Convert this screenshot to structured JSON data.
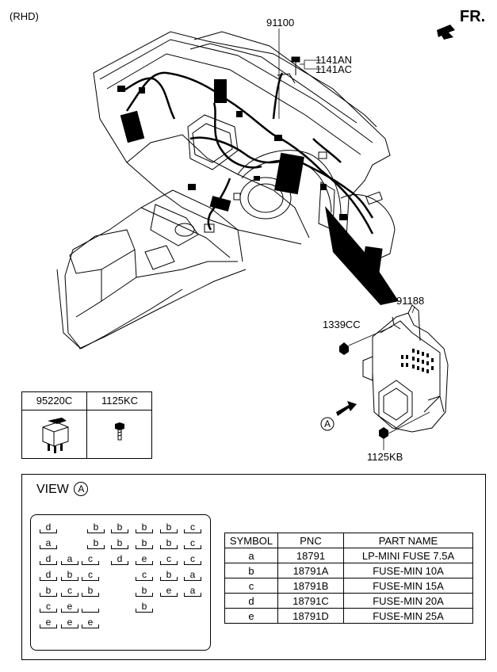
{
  "header": {
    "rhd_note": "(RHD)",
    "fr_label": "FR."
  },
  "callouts": {
    "harness": "91100",
    "bolt_1": "1141AN",
    "bolt_2": "1141AC",
    "junction_box": "91188",
    "nut": "1339CC",
    "bolt_bottom": "1125KB",
    "view_marker": "A"
  },
  "parts_box": {
    "relay": "95220C",
    "bolt": "1125KC"
  },
  "view": {
    "title": "VIEW",
    "marker": "A",
    "fuse_rows": [
      [
        "d",
        "",
        "",
        "b",
        "b",
        "b",
        "b",
        "c"
      ],
      [
        "a",
        "",
        "",
        "b",
        "b",
        "b",
        "b",
        "c"
      ],
      [
        "d",
        "a",
        "c",
        "d",
        "e",
        "c",
        "c"
      ],
      [
        "d",
        "b",
        "c",
        "",
        "c",
        "b",
        "a"
      ],
      [
        "b",
        "c",
        "b",
        "",
        "b",
        "e",
        "a"
      ],
      [
        "c",
        "e",
        "",
        "",
        "b"
      ],
      [
        "e",
        "e",
        "e"
      ]
    ],
    "legend": {
      "headers": [
        "SYMBOL",
        "PNC",
        "PART NAME"
      ],
      "rows": [
        [
          "a",
          "18791",
          "LP-MINI FUSE 7.5A"
        ],
        [
          "b",
          "18791A",
          "FUSE-MIN 10A"
        ],
        [
          "c",
          "18791B",
          "FUSE-MIN 15A"
        ],
        [
          "d",
          "18791C",
          "FUSE-MIN 20A"
        ],
        [
          "e",
          "18791D",
          "FUSE-MIN 25A"
        ]
      ]
    }
  }
}
